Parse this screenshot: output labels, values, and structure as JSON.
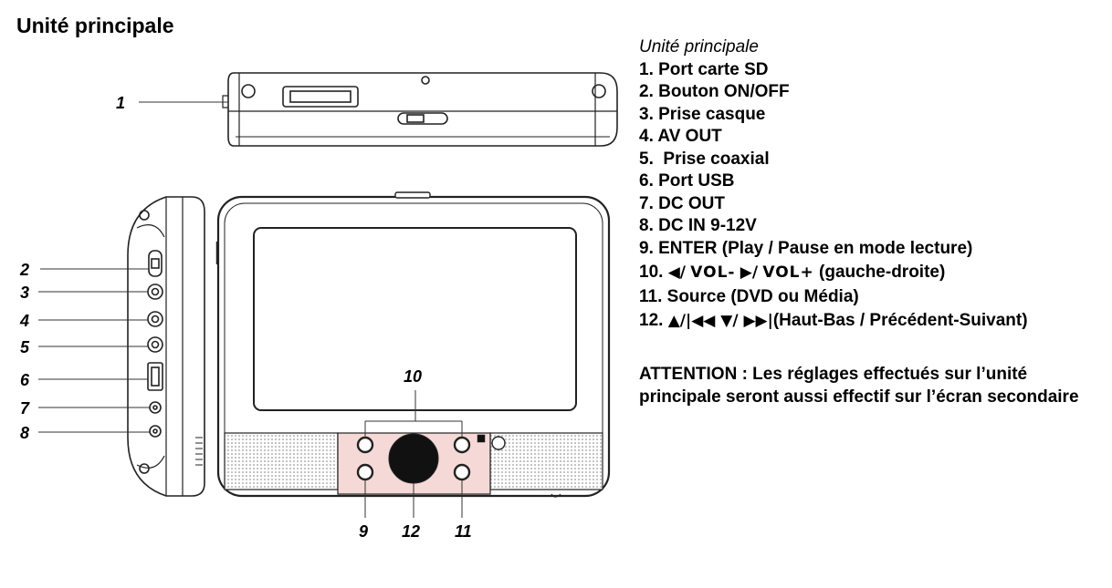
{
  "page": {
    "heading": "Unité principale"
  },
  "diagram": {
    "callouts": [
      "1",
      "2",
      "3",
      "4",
      "5",
      "6",
      "7",
      "8",
      "9",
      "10",
      "11",
      "12"
    ],
    "colors": {
      "line": "#222222",
      "body_fill": "#ffffff",
      "control_panel": "#f4d9d6",
      "speaker_grille": "#d8d8d8",
      "knob": "#111111"
    }
  },
  "legend": {
    "title": "Unité principale",
    "items": [
      "1. Port carte SD",
      "2. Bouton ON/OFF",
      "3. Prise casque",
      "4. AV OUT",
      "5.  Prise coaxial",
      "6. Port USB",
      "7. DC OUT",
      "8. DC IN 9-12V",
      "9. ENTER (Play / Pause en mode lecture)"
    ],
    "item10": {
      "number": "10.",
      "left_arrow": "◀/",
      "vol_minus": "VOL-",
      "right_arrow": "▶/",
      "vol_plus": "VOL+",
      "suffix": "(gauche-droite)"
    },
    "item11": "11. Source (DVD ou Média)",
    "item12": {
      "number": "12.",
      "symbols": "▲/|◀◀ ▼/ ▶▶|",
      "suffix": "(Haut-Bas / Précédent-Suivant)"
    }
  },
  "attention": {
    "text": "ATTENTION : Les réglages effectués sur l’unité principale seront aussi effectif sur l’écran secondaire"
  }
}
